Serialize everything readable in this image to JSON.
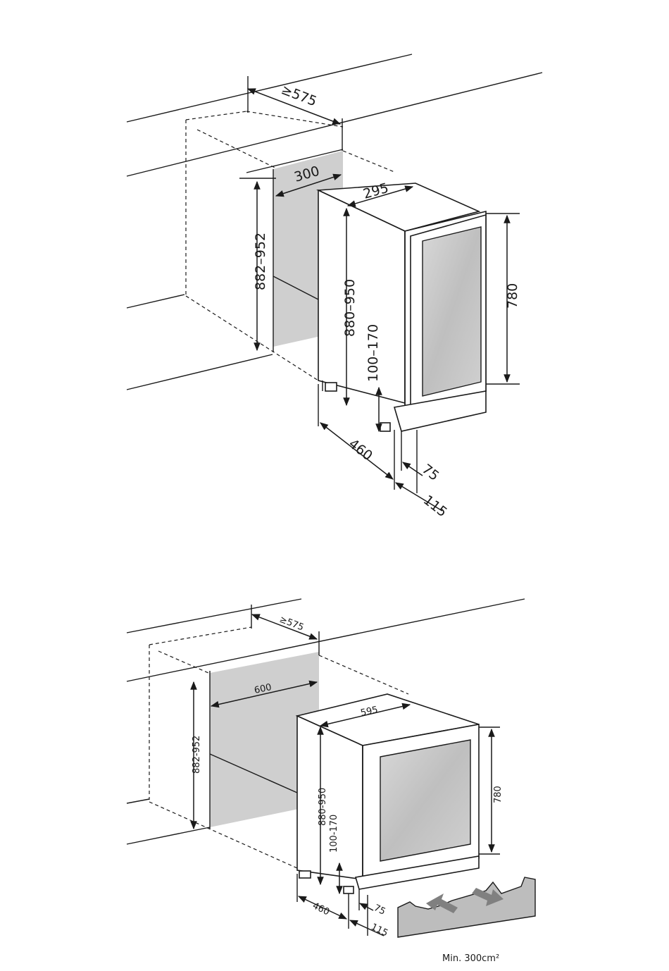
{
  "colors": {
    "line": "#1a1a1a",
    "shade": "#cfcfcf",
    "glass": "#c8c8c8",
    "grille": "#bdbdbd"
  },
  "top": {
    "depth_min": "≥575",
    "niche_width": "300",
    "unit_width": "295",
    "niche_height": "882–952",
    "unit_height_range": "880–950",
    "door_height": "780",
    "plinth_height": "100–170",
    "unit_depth": "460",
    "door_offset": "75",
    "plinth_depth": "115"
  },
  "bottom": {
    "depth_min": "≥575",
    "niche_width": "600",
    "unit_width": "595",
    "niche_height": "882-952",
    "unit_height_range": "880-950",
    "door_height": "780",
    "plinth_height": "100-170",
    "unit_depth": "460",
    "door_offset": "75",
    "plinth_depth": "115",
    "vent_area": "Min. 300cm²"
  }
}
